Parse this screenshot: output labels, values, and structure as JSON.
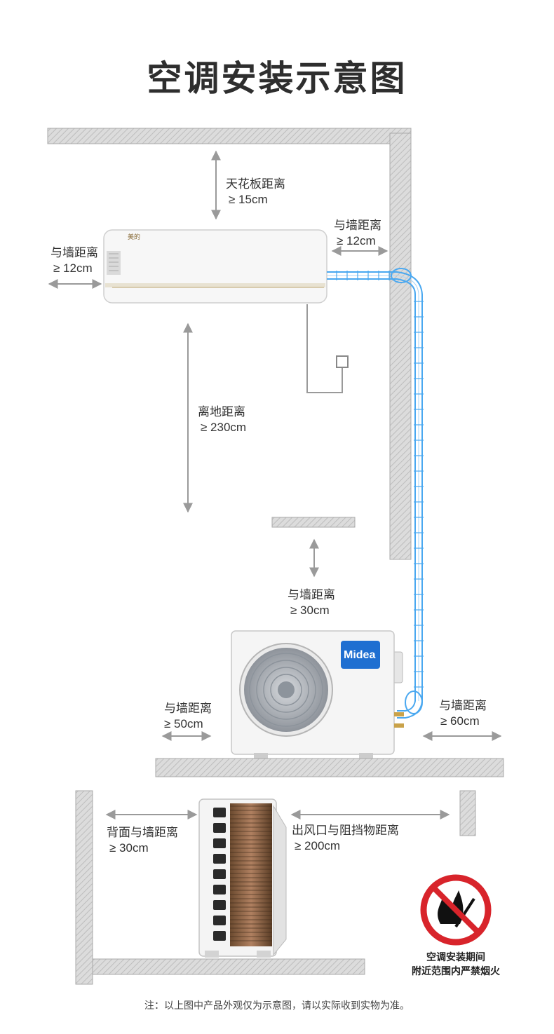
{
  "title": "空调安装示意图",
  "indoor_unit": {
    "brand_small": "美的",
    "ceiling": {
      "label": "天花板距离",
      "value": "≥ 15cm"
    },
    "wall_left": {
      "label": "与墙距离",
      "value": "≥ 12cm"
    },
    "wall_right": {
      "label": "与墙距离",
      "value": "≥ 12cm"
    },
    "floor": {
      "label": "离地距离",
      "value": "≥ 230cm"
    }
  },
  "outdoor_unit": {
    "brand": "Midea",
    "top": {
      "label": "与墙距离",
      "value": "≥ 30cm"
    },
    "left": {
      "label": "与墙距离",
      "value": "≥ 50cm"
    },
    "right": {
      "label": "与墙距离",
      "value": "≥ 60cm"
    }
  },
  "side_view": {
    "back": {
      "label": "背面与墙距离",
      "value": "≥ 30cm"
    },
    "outlet": {
      "label": "出风口与阻挡物距离",
      "value": "≥ 200cm"
    }
  },
  "warning": {
    "line1": "空调安装期间",
    "line2": "附近范围内严禁烟火"
  },
  "note": "注：以上图中产品外观仅为示意图，请以实际收到实物为准。",
  "colors": {
    "wall": "#d4d4d4",
    "wall_edge": "#999999",
    "pipe": "#4aa8f0",
    "arrow": "#9a9a9a",
    "midea_blue": "#1f6fd1",
    "warn_red": "#d8242b"
  }
}
